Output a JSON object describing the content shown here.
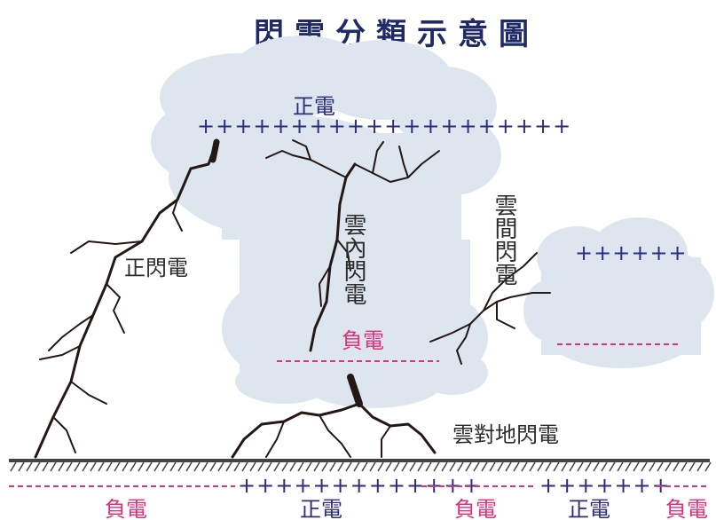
{
  "title": "閃電分類示意圖",
  "labels": {
    "cloud_top_charge": "正電",
    "cloud_bottom_charge": "負電",
    "intracloud": "雲內閃電",
    "cloud_to_cloud": "雲間閃電",
    "positive_lightning": "正閃電",
    "cloud_to_ground": "雲對地閃電"
  },
  "charges": {
    "main_cloud_plus": "++++++++++++++++++++",
    "right_cloud_plus": "++++++",
    "ground_plus_center": "+++++++++++++",
    "ground_plus_right": "+++++++"
  },
  "ground_labels": [
    "負電",
    "正電",
    "負電",
    "正電",
    "負電"
  ],
  "colors": {
    "title": "#1f2a66",
    "positive": "#2c2d7e",
    "negative": "#e0307a",
    "cloud": "#dde6ee",
    "bolt": "#231815"
  }
}
